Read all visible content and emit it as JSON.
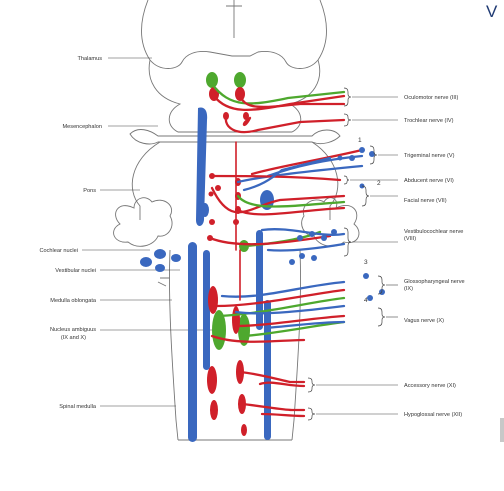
{
  "corner_text": "V",
  "colors": {
    "motor": "#d0202a",
    "sensory": "#3a68bf",
    "autonomic": "#4ea82e",
    "outline": "#777777"
  },
  "left_labels": {
    "thalamus": "Thalamus",
    "mesencephalon": "Mesencephalon",
    "pons": "Pons",
    "cochlear_nuclei": "Cochlear nuclei",
    "vestibular_nuclei": "Vestibular nuclei",
    "medulla_oblongata": "Medulla oblongata",
    "nucleus_ambiguus": "Nucleus ambiguus",
    "nucleus_ambiguus_sub": "(IX and X)",
    "spinal_medulla": "Spinal medulla"
  },
  "nerves": {
    "oculomotor": "Oculomotor nerve (III)",
    "trochlear": "Trochlear nerve (IV)",
    "trigeminal": "Trigeminal nerve (V)",
    "abducent": "Abducent nerve (VI)",
    "facial": "Facial nerve (VII)",
    "vestibulocochlear_1": "Vestibulocochlear nerve",
    "vestibulocochlear_2": "(VIII)",
    "glossopharyngeal_1": "Glossopharyngeal nerve",
    "glossopharyngeal_2": "(IX)",
    "vagus": "Vagus nerve (X)",
    "accessory": "Accessory nerve (XI)",
    "hypoglossal": "Hypoglossal nerve (XII)"
  },
  "ganglion_numbers": {
    "n1": "1",
    "n2": "2",
    "n3": "3",
    "n4": "4"
  }
}
